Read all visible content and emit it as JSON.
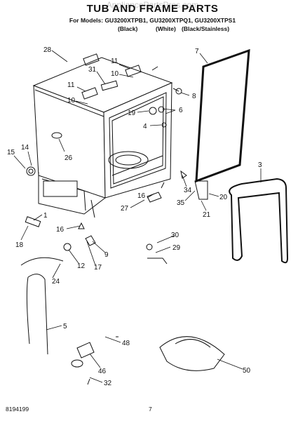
{
  "watermark": "AppliancePartsPros.com",
  "title": "TUB AND FRAME PARTS",
  "models": "For Models: GU3200XTPB1, GU3200XTPQ1, GU3200XTPS1",
  "colors": [
    "(Black)",
    "(White)",
    "(Black/Stainless)"
  ],
  "parts": [
    {
      "num": "28"
    },
    {
      "num": "7"
    },
    {
      "num": "11"
    },
    {
      "num": "10"
    },
    {
      "num": "31"
    },
    {
      "num": "11"
    },
    {
      "num": "10"
    },
    {
      "num": "8"
    },
    {
      "num": "6"
    },
    {
      "num": "19"
    },
    {
      "num": "4"
    },
    {
      "num": "15"
    },
    {
      "num": "14"
    },
    {
      "num": "26"
    },
    {
      "num": "3"
    },
    {
      "num": "34"
    },
    {
      "num": "16"
    },
    {
      "num": "27"
    },
    {
      "num": "35"
    },
    {
      "num": "20"
    },
    {
      "num": "21"
    },
    {
      "num": "1"
    },
    {
      "num": "16"
    },
    {
      "num": "18"
    },
    {
      "num": "30"
    },
    {
      "num": "9"
    },
    {
      "num": "29"
    },
    {
      "num": "12"
    },
    {
      "num": "17"
    },
    {
      "num": "24"
    },
    {
      "num": "5"
    },
    {
      "num": "48"
    },
    {
      "num": "46"
    },
    {
      "num": "50"
    },
    {
      "num": "32"
    }
  ],
  "footer": {
    "doc_number": "8194199",
    "page": "7"
  }
}
